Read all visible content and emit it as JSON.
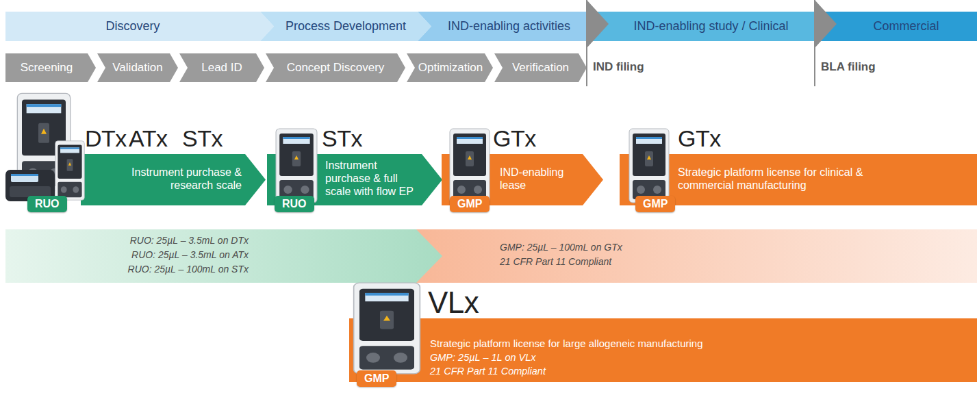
{
  "diagram": {
    "nodes": [
      {
        "text": [
          "Discovery"
        ]
      },
      {
        "text": [
          "Process Development"
        ]
      },
      {
        "text": [
          "IND-enabling activities"
        ]
      },
      {
        "text": [
          "IND-enabling study / Clinical"
        ]
      },
      {
        "text": [
          "Commercial"
        ]
      },
      {
        "text": [
          "Screening"
        ]
      },
      {
        "text": [
          "Validation"
        ]
      },
      {
        "text": [
          "Lead ID"
        ]
      },
      {
        "text": [
          "Concept Discovery"
        ]
      },
      {
        "text": [
          "Optimization"
        ]
      },
      {
        "text": [
          "Verification"
        ]
      },
      {
        "text": [
          "DTx",
          "ATx",
          "STx",
          "Instrument purchase & research scale"
        ]
      },
      {
        "text": [
          "RUO"
        ]
      },
      {
        "text": [
          "STx",
          "Instrument purchase & full scale with flow EP"
        ]
      },
      {
        "text": [
          "RUO"
        ]
      },
      {
        "text": [
          "GTx",
          "IND-enabling lease"
        ]
      },
      {
        "text": [
          "GMP"
        ]
      },
      {
        "text": [
          "GTx",
          "Strategic platform license for clinical & commercial manufacturing"
        ]
      },
      {
        "text": [
          "GMP"
        ]
      },
      {
        "text": [
          "RUO: 25µL – 3.5mL on DTx",
          "RUO: 25µL – 3.5mL on ATx",
          "RUO: 25µL – 100mL on STx"
        ]
      },
      {
        "text": [
          "GMP: 25µL – 100mL on GTx",
          "21 CFR Part 11 Compliant"
        ]
      },
      {
        "text": [
          "VLx",
          "Strategic platform license for large allogeneic manufacturing",
          "GMP: 25µL – 1L on VLx",
          "21 CFR Part 11 Compliant"
        ]
      },
      {
        "text": [
          "GMP"
        ]
      }
    ],
    "labels": [
      "IND filing",
      "BLA filing"
    ]
  }
}
